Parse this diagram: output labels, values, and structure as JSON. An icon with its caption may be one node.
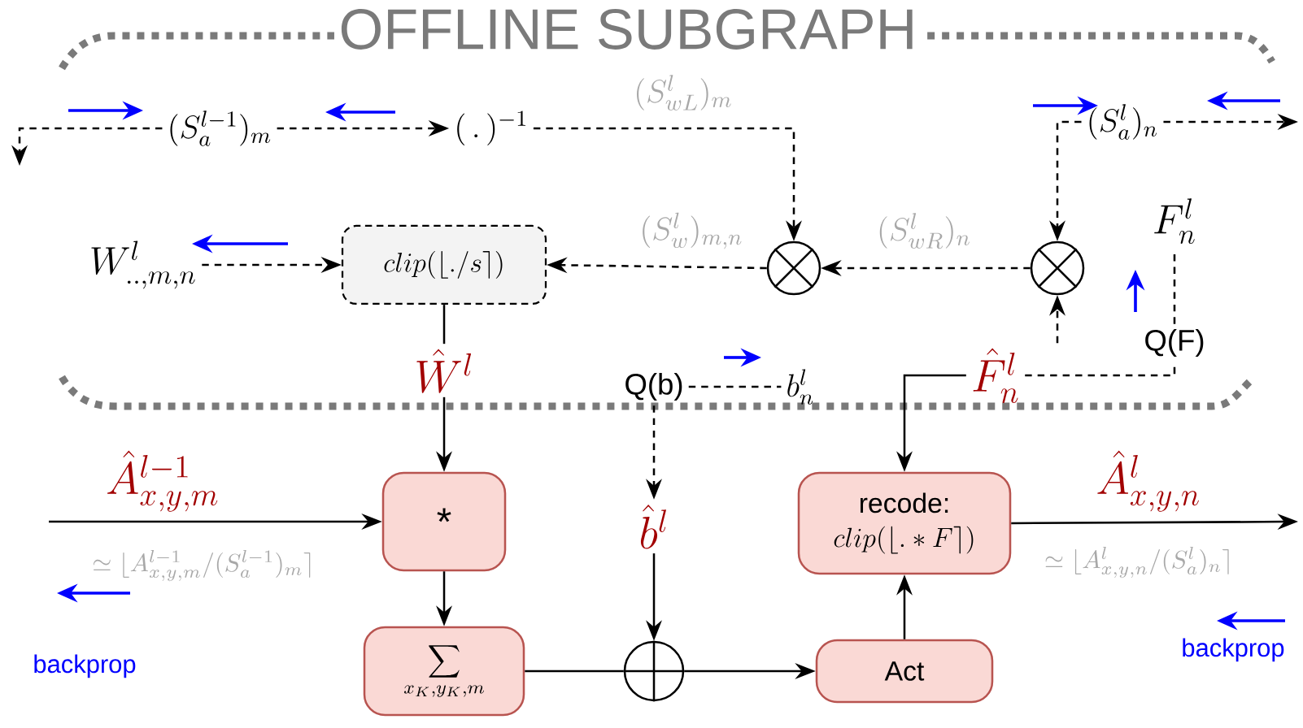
{
  "diagram": {
    "title": "OFFLINE SUBGRAPH",
    "nodes": [
      {
        "text": [
          "(S_a^{l-1})_m"
        ]
      },
      {
        "text": [
          "(\\,.\\,)^{-1}"
        ]
      },
      {
        "text": [
          "(S_a^l)_n"
        ]
      },
      {
        "text": [
          "W^l_{..,m,n}"
        ]
      },
      {
        "text": [
          "clip(\\lfloor ./s \\rceil)"
        ]
      },
      {
        "text": [],
        "shape": "circle"
      },
      {
        "text": [],
        "shape": "circle"
      },
      {
        "text": [
          "F^l_n"
        ]
      },
      {
        "text": [
          "Q(F)"
        ]
      },
      {
        "text": [
          "\\hat{W}^l"
        ]
      },
      {
        "text": [
          "Q(b)"
        ]
      },
      {
        "text": [
          "b^l_n"
        ]
      },
      {
        "text": [
          "\\hat{F}^l_n"
        ]
      },
      {
        "text": [
          "*"
        ]
      },
      {
        "text": [
          "\\hat{b}^l"
        ]
      },
      {
        "text": [
          "recode:",
          "clip(\\lfloor .*F \\rceil)"
        ]
      },
      {
        "text": [
          "\\sum_{x_K,y_K,m}"
        ]
      },
      {
        "text": [],
        "shape": "circle"
      },
      {
        "text": [
          "Act"
        ]
      }
    ],
    "edges": [
      {
        "from": 0,
        "to": null,
        "arrow": "to",
        "style": "dashed"
      },
      {
        "from": 0,
        "to": 1,
        "arrow": "to",
        "style": "dashed"
      },
      {
        "from": 1,
        "to": 5,
        "arrow": "to",
        "style": "dashed",
        "label": "(S^l_{wL})_m"
      },
      {
        "from": 2,
        "to": null,
        "arrow": "to",
        "style": "dashed"
      },
      {
        "from": 2,
        "to": 6,
        "arrow": "to",
        "style": "dashed"
      },
      {
        "from": 3,
        "to": 4,
        "arrow": "to",
        "style": "dashed"
      },
      {
        "from": 5,
        "to": 4,
        "arrow": "to",
        "style": "dashed",
        "label": "(S^l_w)_{m,n}"
      },
      {
        "from": 6,
        "to": 5,
        "arrow": "to",
        "style": "dashed",
        "label": "(S^l_{wR})_n"
      },
      {
        "from": 12,
        "to": 6,
        "arrow": "to",
        "style": "dashed"
      },
      {
        "from": 12,
        "to": 8,
        "arrow": "none",
        "style": "dashed"
      },
      {
        "from": 8,
        "to": 7,
        "arrow": "none",
        "style": "dashed"
      },
      {
        "from": 4,
        "to": 9,
        "arrow": "none"
      },
      {
        "from": 9,
        "to": 13,
        "arrow": "to"
      },
      {
        "from": 10,
        "to": 11,
        "arrow": "none",
        "style": "dashed"
      },
      {
        "from": 10,
        "to": 14,
        "arrow": "to",
        "style": "dashed"
      },
      {
        "from": 14,
        "to": 17,
        "arrow": "to"
      },
      {
        "from": null,
        "to": 13,
        "arrow": "to",
        "label": "\\hat{A}^{l-1}_{x,y,m}"
      },
      {
        "from": 13,
        "to": 16,
        "arrow": "to"
      },
      {
        "from": 16,
        "to": 17,
        "arrow": "none"
      },
      {
        "from": 17,
        "to": 18,
        "arrow": "to"
      },
      {
        "from": 18,
        "to": 15,
        "arrow": "to"
      },
      {
        "from": 12,
        "to": 15,
        "arrow": "to"
      },
      {
        "from": 15,
        "to": null,
        "arrow": "to",
        "label": "\\hat{A}^l_{x,y,n}"
      }
    ],
    "labels": [
      "\\simeq \\lfloor A^{l-1}_{x,y,m}/(S_a^{l-1})_m \\rceil",
      "\\simeq \\lfloor A^l_{x,y,n}/(S_a^l)_n \\rceil"
    ],
    "legend": [
      {
        "text": "backprop"
      },
      {
        "text": "backprop"
      }
    ]
  }
}
